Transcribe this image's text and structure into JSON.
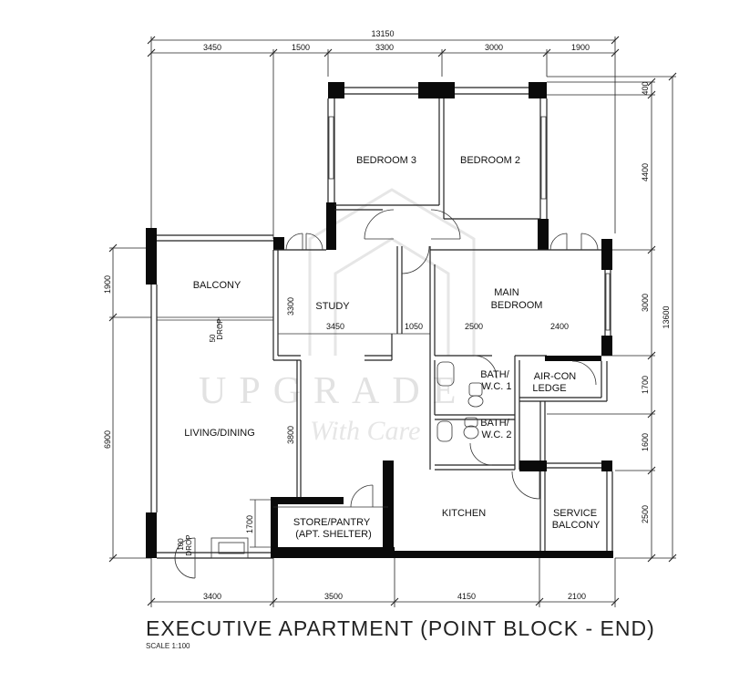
{
  "plan": {
    "overall_width": "13150",
    "overall_depth": "13600",
    "top_dims": [
      "3450",
      "1500",
      "3300",
      "3000",
      "1900"
    ],
    "bottom_dims": [
      "3400",
      "3500",
      "4150",
      "2100"
    ],
    "left_dims": [
      "1900",
      "6900"
    ],
    "right_inner_dims": [
      "400",
      "4400",
      "3000",
      "1700",
      "1600",
      "2500"
    ],
    "inner_dims": {
      "study_width": "3450",
      "passage_width": "1050",
      "main_bed_a": "2500",
      "main_bed_b": "2400",
      "study_depth": "3300",
      "living_depth": "3800",
      "store_depth": "1700"
    },
    "rooms": {
      "bedroom3": "BEDROOM 3",
      "bedroom2": "BEDROOM 2",
      "balcony": "BALCONY",
      "study": "STUDY",
      "main_bedroom_1": "MAIN",
      "main_bedroom_2": "BEDROOM",
      "bath1_1": "BATH/",
      "bath1_2": "W.C. 1",
      "aircon_1": "AIR-CON",
      "aircon_2": "LEDGE",
      "living": "LIVING/DINING",
      "bath2_1": "BATH/",
      "bath2_2": "W.C. 2",
      "kitchen": "KITCHEN",
      "store_1": "STORE/PANTRY",
      "store_2": "(APT. SHELTER)",
      "service_1": "SERVICE",
      "service_2": "BALCONY"
    },
    "drop_notes": {
      "drop50_value": "50",
      "drop50_label": "DROP",
      "drop100_value": "100",
      "drop100_label": "DROP"
    },
    "title": "EXECUTIVE APARTMENT (POINT BLOCK - END)",
    "scale": "SCALE 1:100",
    "watermark": "UPGRADE",
    "watermark_sub": "With Care"
  }
}
